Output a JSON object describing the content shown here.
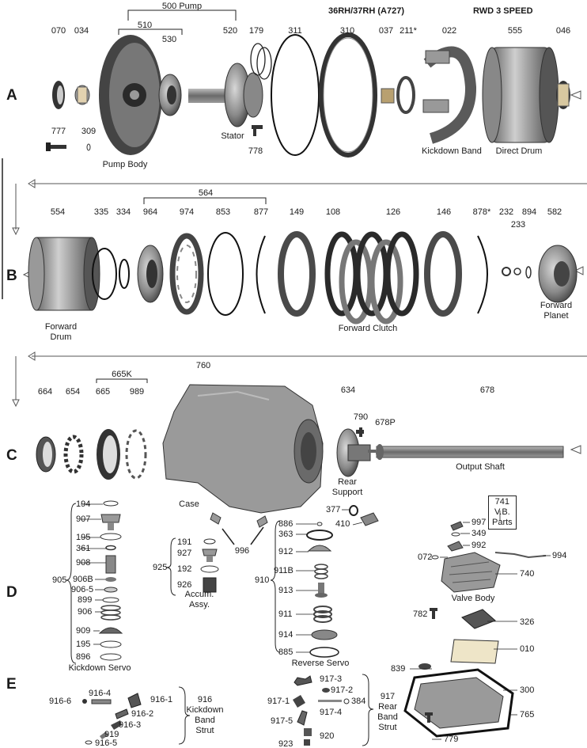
{
  "header": {
    "model": "36RH/37RH (A727)",
    "type": "RWD 3 SPEED"
  },
  "rows": {
    "a": "A",
    "b": "B",
    "c": "C",
    "d": "D",
    "e": "E"
  },
  "groups": {
    "pump": "500 Pump",
    "g564": "564",
    "g665k": "665K",
    "g905": "905",
    "g925": "925",
    "g910": "910",
    "g916": "916\nKickdown\nBand\nStrut",
    "g917": "917\nRear\nBand\nStrut",
    "vb_parts": "741\nV.B.\nParts"
  },
  "captions": {
    "pump_body": "Pump Body",
    "stator": "Stator",
    "kickdown_band": "Kickdown Band",
    "direct_drum": "Direct Drum",
    "forward_drum": "Forward\nDrum",
    "forward_clutch": "Forward Clutch",
    "forward_planet": "Forward\nPlanet",
    "case": "Case",
    "rear_support": "Rear\nSupport",
    "output_shaft": "Output Shaft",
    "accum": "Accum.\nAssy.",
    "kickdown_servo": "Kickdown Servo",
    "reverse_servo": "Reverse Servo",
    "valve_body": "Valve Body"
  },
  "parts": {
    "p070": "070",
    "p034": "034",
    "p510": "510",
    "p530": "530",
    "p520": "520",
    "p179": "179",
    "p311": "311",
    "p310": "310",
    "p037": "037",
    "p211": "211*",
    "p022": "022",
    "p555": "555",
    "p046": "046",
    "p777": "777",
    "p309": "309",
    "p778": "778",
    "p554": "554",
    "p335": "335",
    "p334": "334",
    "p964": "964",
    "p974": "974",
    "p853": "853",
    "p877": "877",
    "p149": "149",
    "p108": "108",
    "p126": "126",
    "p146": "146",
    "p878": "878*",
    "p232": "232",
    "p233": "233",
    "p894": "894",
    "p582": "582",
    "p664": "664",
    "p654": "654",
    "p665": "665",
    "p989": "989",
    "p760": "760",
    "p634": "634",
    "p790": "790",
    "p678p": "678P",
    "p678": "678",
    "p194": "194",
    "p907": "907",
    "p195a": "195",
    "p361": "361",
    "p908": "908",
    "p906b": "906B",
    "p9065": "906-5",
    "p899": "899",
    "p906": "906",
    "p909": "909",
    "p195b": "195",
    "p896": "896",
    "p191": "191",
    "p927": "927",
    "p192": "192",
    "p926": "926",
    "p996": "996",
    "p377": "377",
    "p410": "410",
    "p886": "886",
    "p363": "363",
    "p912": "912",
    "p911b": "911B",
    "p913": "913",
    "p911": "911",
    "p914": "914",
    "p885": "885",
    "p997": "997",
    "p349": "349",
    "p992": "992",
    "p994": "994",
    "p072": "072",
    "p740": "740",
    "p782": "782",
    "p326": "326",
    "p010": "010",
    "p839": "839",
    "p300": "300",
    "p765": "765",
    "p779": "779",
    "p9164": "916-4",
    "p9166": "916-6",
    "p9161": "916-1",
    "p9162": "916-2",
    "p9163": "916-3",
    "p919": "919",
    "p9165": "916-5",
    "p9173": "917-3",
    "p9172": "917-2",
    "p9171": "917-1",
    "p384": "384",
    "p9174": "917-4",
    "p9175": "917-5",
    "p920": "920",
    "p923": "923"
  }
}
